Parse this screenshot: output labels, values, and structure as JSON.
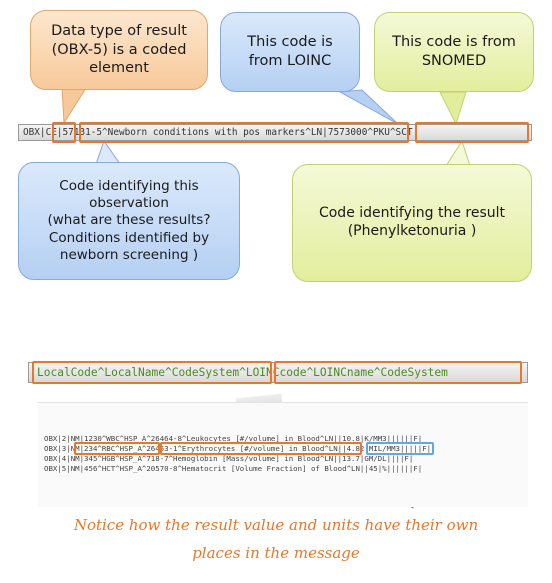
{
  "callouts": {
    "data_type": "Data type of result\n(OBX-5) is a coded\nelement",
    "loinc": "This code is\nfrom LOINC",
    "snomed": "This code is from\nSNOMED",
    "observation": "Code identifying this\nobservation\n(what are these results?\nConditions identified by\nnewborn screening )",
    "result": "Code identifying the result\n(Phenylketonuria )"
  },
  "obx_segment": {
    "seg": "OBX|",
    "type": "CE",
    "sep1": "|",
    "loinc_code": "57131-5^Newborn conditions with pos markers^LN",
    "sep2": "|",
    "snomed_code": "7573000^PKU^SCT"
  },
  "format_bar": {
    "local": "LocalCode^LocalName^CodeSystem",
    "sep": "^",
    "loinc": "LOINCcode^LOINCname^CodeSystem"
  },
  "messages": [
    "OBX|2|NM|1230^WBC^HSP_A^26464-8^Leukocytes [#/volume] in Blood^LN||10.8|K/MM3||||||F|",
    "OBX|3|NM|234^RBC^HSP_A^26453-1^Erythrocytes [#/volume] in Blood^LN||4.82|MIL/MM3|||||F|",
    "OBX|4|NM|345^HGB^HSP_A^718-7^Hemoglobin [Mass/volume] in Blood^LN||13.7|GM/DL||||F|",
    "OBX|5|NM|456^HCT^HSP_A^20570-8^Hematocrit [Volume Fraction] of Blood^LN||45|%||||||F|"
  ],
  "note": {
    "line1": "Notice how the result value and units have their own",
    "line2": "places in the message"
  },
  "colors": {
    "orange": "#e8772a",
    "blue": "#5fa8e0"
  }
}
